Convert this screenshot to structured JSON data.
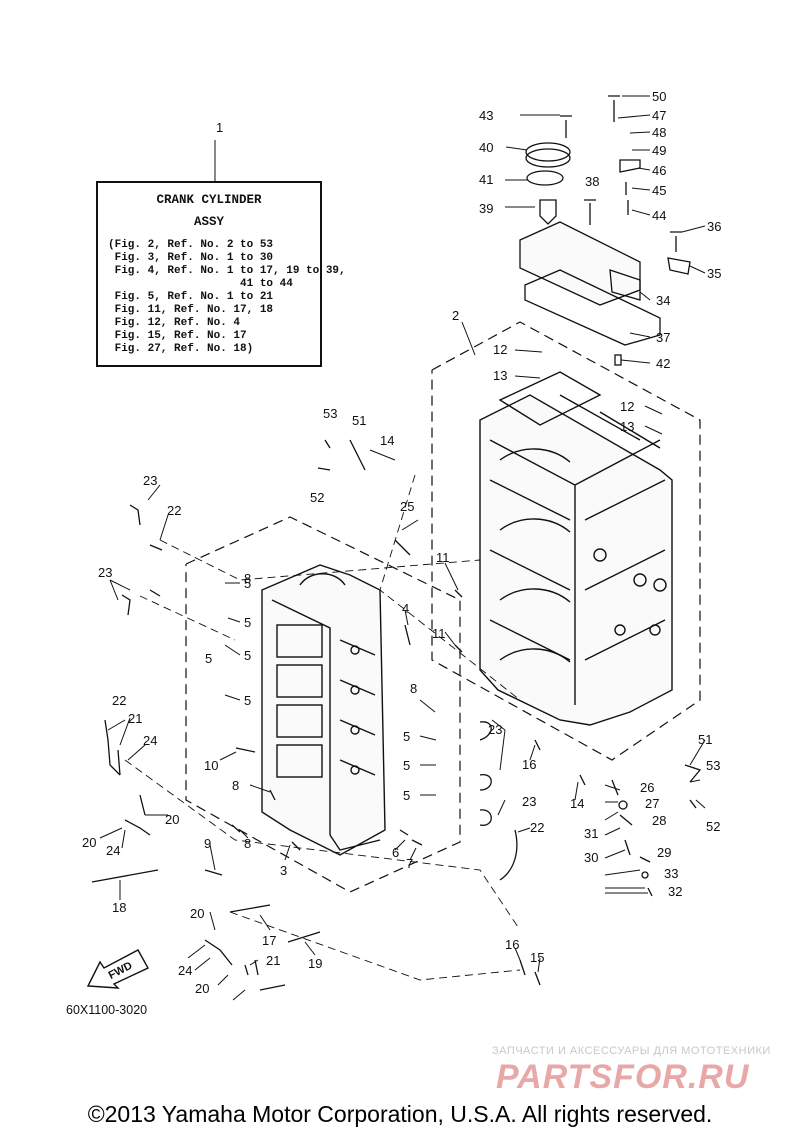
{
  "info_box": {
    "title_line1": "CRANK CYLINDER",
    "title_line2": "ASSY",
    "lines": [
      "(Fig. 2, Ref. No. 2 to 53",
      " Fig. 3, Ref. No. 1 to 30",
      " Fig. 4, Ref. No. 1 to 17, 19 to 39,",
      "                    41 to 44",
      " Fig. 5, Ref. No. 1 to 21",
      " Fig. 11, Ref. No. 17, 18",
      " Fig. 12, Ref. No. 4",
      " Fig. 15, Ref. No. 17",
      " Fig. 27, Ref. No. 18)"
    ]
  },
  "callouts": [
    "1",
    "2",
    "3",
    "4",
    "5",
    "5",
    "5",
    "5",
    "5",
    "5",
    "5",
    "5",
    "6",
    "7",
    "8",
    "8",
    "8",
    "8",
    "9",
    "10",
    "11",
    "11",
    "12",
    "12",
    "13",
    "13",
    "14",
    "14",
    "15",
    "16",
    "16",
    "17",
    "18",
    "19",
    "20",
    "20",
    "20",
    "20",
    "21",
    "21",
    "22",
    "22",
    "22",
    "23",
    "23",
    "23",
    "23",
    "24",
    "24",
    "24",
    "25",
    "26",
    "27",
    "28",
    "29",
    "30",
    "31",
    "32",
    "33",
    "34",
    "35",
    "36",
    "37",
    "38",
    "39",
    "40",
    "41",
    "42",
    "43",
    "44",
    "45",
    "46",
    "47",
    "48",
    "49",
    "50",
    "51",
    "51",
    "52",
    "52",
    "53",
    "53"
  ],
  "fwd_label": "FWD",
  "drawing_code": "60X1100-3020",
  "watermark": {
    "tagline": "ЗАПЧАСТИ И АКСЕССУАРЫ ДЛЯ МОТОТЕХНИКИ",
    "logo": "PARTSFOR.RU"
  },
  "copyright": "©2013 Yamaha Motor Corporation, U.S.A. All rights reserved."
}
